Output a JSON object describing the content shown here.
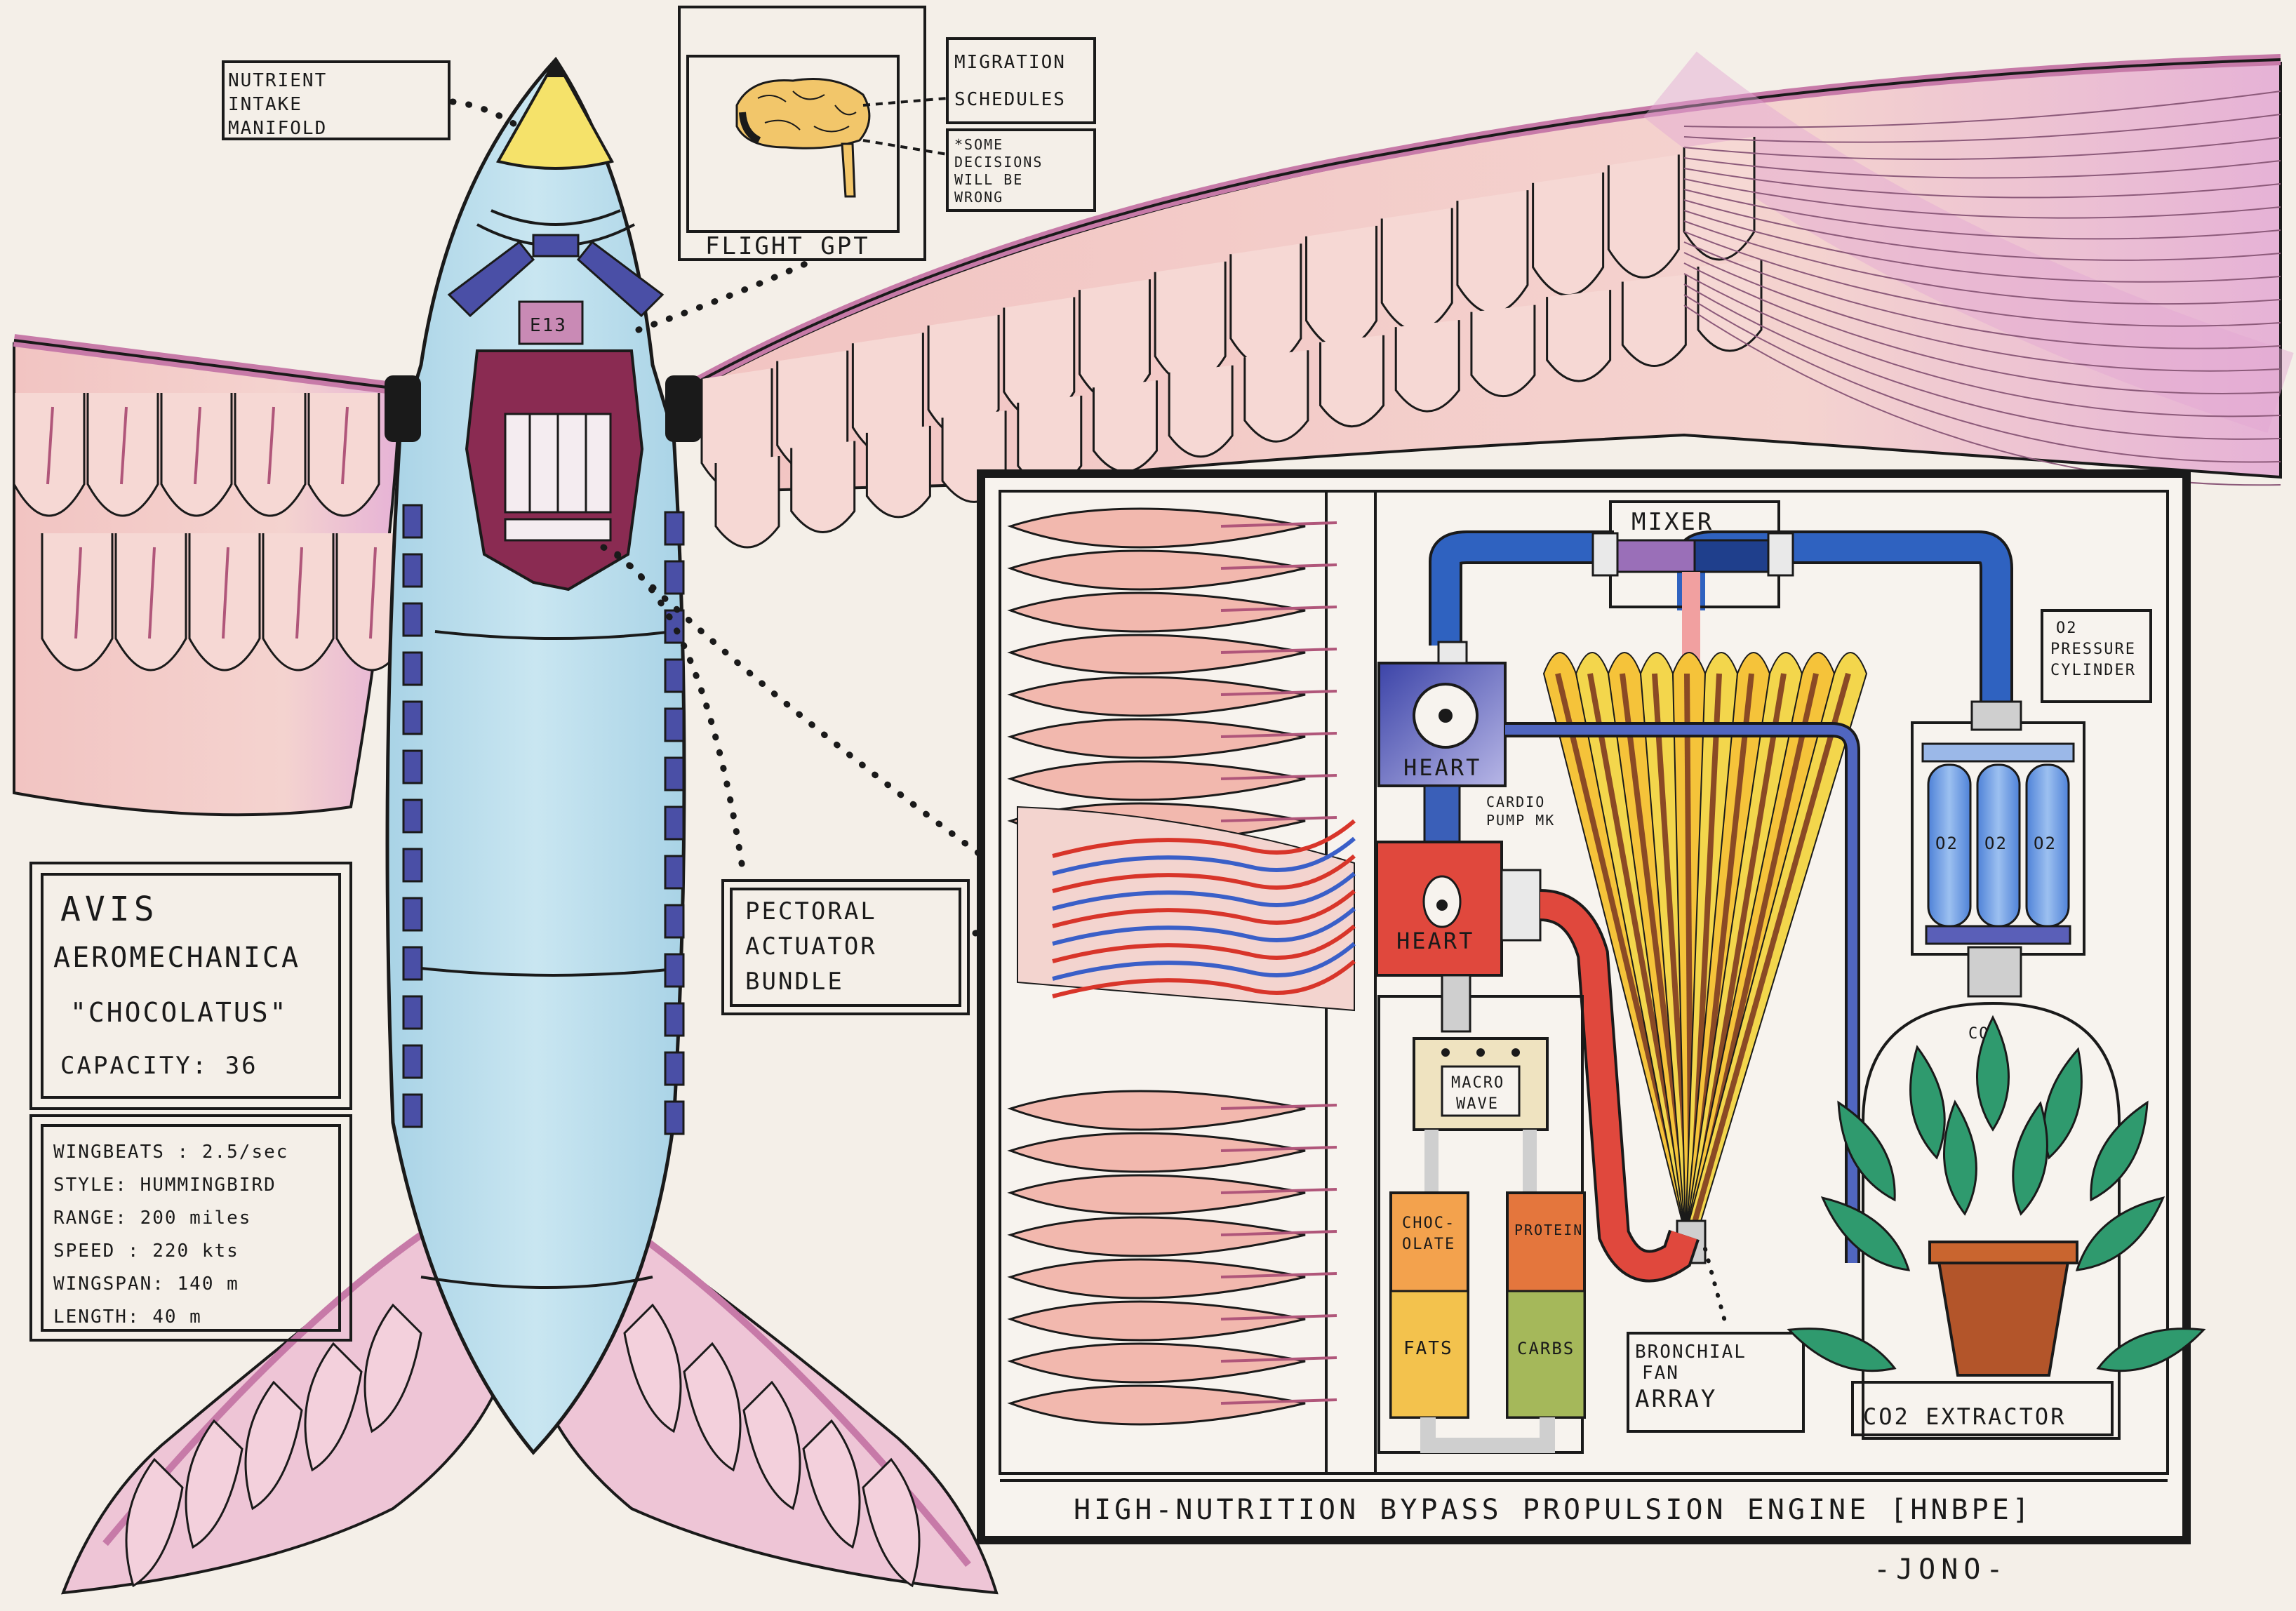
{
  "labels": {
    "nutrient_intake": [
      "NUTRIENT",
      "INTAKE",
      "MANIFOLD"
    ],
    "flight_gpt": "FLIGHT GPT",
    "migration": [
      "MIGRATION",
      "SCHEDULES"
    ],
    "decisions": [
      "*SOME",
      "DECISIONS",
      "WILL BE",
      "WRONG"
    ],
    "pectoral": [
      "PECTORAL",
      "ACTUATOR",
      "BUNDLE"
    ],
    "mixer": "MIXER",
    "o2_pressure": [
      "O2",
      "PRESSURE",
      "CYLINDER"
    ],
    "heart_top": "HEART",
    "heart_bottom": "HEART",
    "cardio": [
      "CARDIO",
      "PUMP MK"
    ],
    "macro_wave": [
      "MACRO",
      "WAVE"
    ],
    "chocolate": [
      "CHOC-",
      "OLATE"
    ],
    "protein": "PROTEIN",
    "fats": "FATS",
    "carbs": "CARBS",
    "bronchial": [
      "BRONCHIAL",
      "FAN",
      "ARRAY"
    ],
    "co2_extractor": "CO2 EXTRACTOR",
    "co2_tag": "CO2",
    "o2_tanks": [
      "O2",
      "O2",
      "O2"
    ],
    "engine_title": "HIGH-NUTRITION BYPASS PROPULSION ENGINE [HNBPE]",
    "signature": "-JONO-",
    "cockpit_tag": "E13"
  },
  "title_box": {
    "line1": "AVIS",
    "line2": "AEROMECHANICA",
    "line3": "\"CHOCOLATUS\"",
    "line4": "CAPACITY: 36"
  },
  "specs": [
    "WINGBEATS : 2.5/sec",
    "STYLE: HUMMINGBIRD",
    "RANGE: 200 miles",
    "SPEED : 220 kts",
    "WINGSPAN: 140 m",
    "LENGTH: 40 m"
  ],
  "colors": {
    "paper": "#f4efe8",
    "fuselage": "#b9dcea",
    "nose": "#f5e26a",
    "feather": "#f1c8c6",
    "wing_edge": "#d98fb6",
    "cockpit": "#8a2b52",
    "heart_blue": "#5a5fb8",
    "heart_red": "#e0483d",
    "pipe_blue": "#2f62c0",
    "pipe_red": "#e0483d",
    "fan_yellow": "#f3d64c",
    "plant_green": "#2f9a6e",
    "pot": "#b3552a",
    "tank_blue": "#7fa8e8"
  }
}
